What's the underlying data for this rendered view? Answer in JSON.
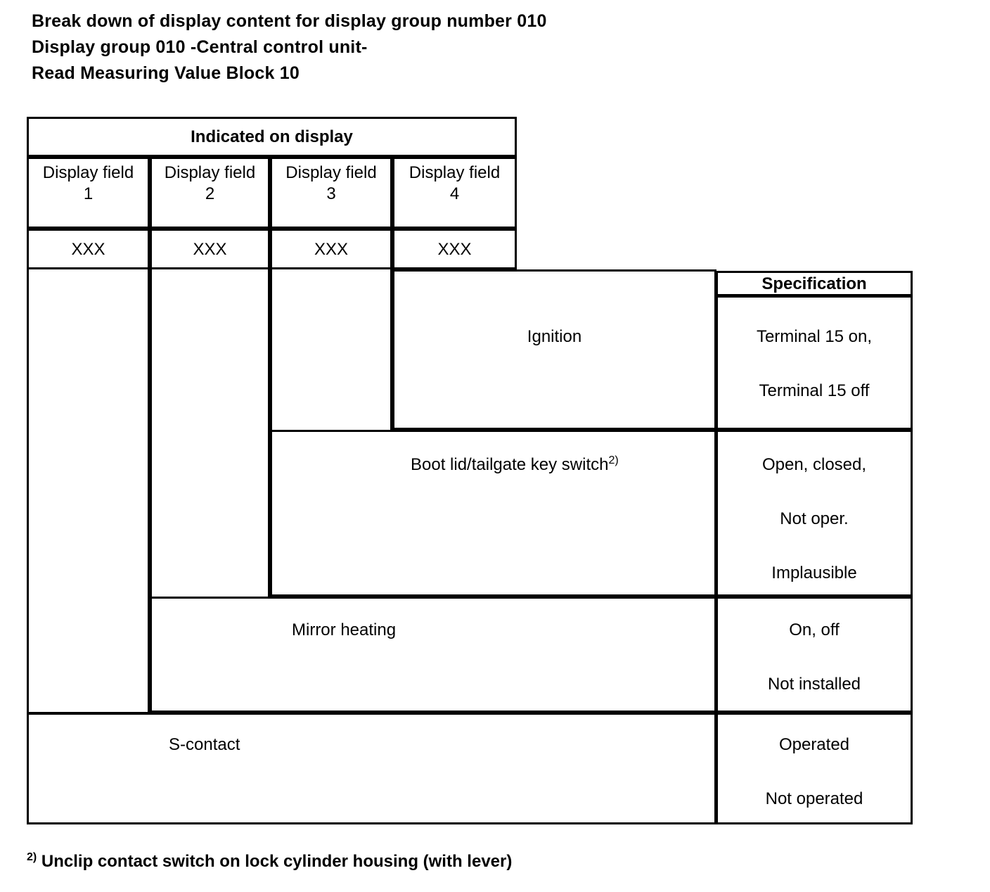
{
  "heading": {
    "line1": "Break down of display content for display group number 010",
    "line2": "Display group 010 -Central control unit-",
    "line3": "Read Measuring Value Block 10"
  },
  "table": {
    "group_header": "Indicated on display",
    "spec_header": "Specification",
    "display_fields": [
      {
        "label": "Display field",
        "number": "1",
        "value": "XXX"
      },
      {
        "label": "Display field",
        "number": "2",
        "value": "XXX"
      },
      {
        "label": "Display field",
        "number": "3",
        "value": "XXX"
      },
      {
        "label": "Display field",
        "number": "4",
        "value": "XXX"
      }
    ],
    "rows": [
      {
        "name": "Ignition",
        "footnote_marker": "",
        "spec": [
          "Terminal 15 on,",
          "Terminal 15 off"
        ]
      },
      {
        "name": "Boot lid/tailgate key switch",
        "footnote_marker": "2)",
        "spec": [
          "Open, closed,",
          "Not oper.",
          "Implausible"
        ]
      },
      {
        "name": "Mirror heating",
        "footnote_marker": "",
        "spec": [
          "On, off",
          "Not installed"
        ]
      },
      {
        "name": "S-contact",
        "footnote_marker": "",
        "spec": [
          "Operated",
          "Not operated"
        ]
      }
    ]
  },
  "footnote": {
    "marker": "2)",
    "text": "Unclip contact switch on lock cylinder housing (with lever)"
  },
  "colors": {
    "ink": "#000000",
    "paper": "#ffffff"
  }
}
